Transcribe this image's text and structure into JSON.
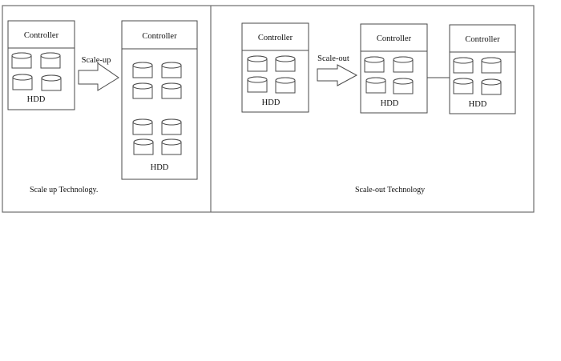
{
  "panels": {
    "scale_up": {
      "caption": "Scale up Technology.",
      "arrow_label": "Scale-up",
      "before": {
        "controller": "Controller",
        "storage": "HDD",
        "disk_count": 4
      },
      "after": {
        "controller": "Controller",
        "storage": "HDD",
        "disk_count": 8
      }
    },
    "scale_out": {
      "caption": "Scale-out Technology",
      "arrow_label": "Scale-out",
      "before": {
        "controller": "Controller",
        "storage": "HDD",
        "disk_count": 4
      },
      "after_nodes": [
        {
          "controller": "Controller",
          "storage": "HDD",
          "disk_count": 4
        },
        {
          "controller": "Controller",
          "storage": "HDD",
          "disk_count": 4
        }
      ],
      "connection": "node-link"
    }
  },
  "colors": {
    "stroke": "#4a4a4a",
    "frame": "#6d6d6d",
    "text": "#111111",
    "background": "#ffffff"
  }
}
